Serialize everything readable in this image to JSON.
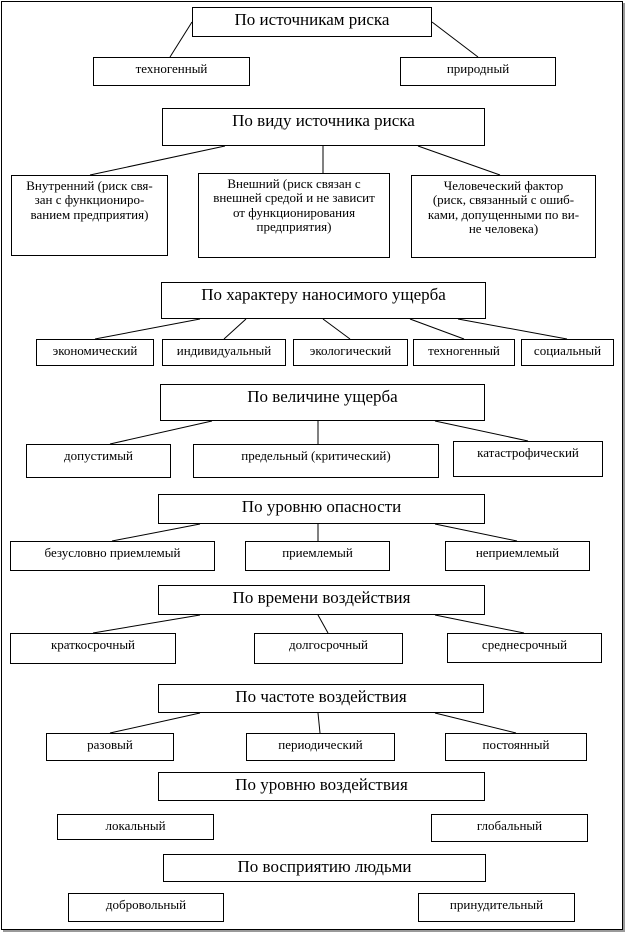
{
  "groups": [
    {
      "title": "По источникам риска",
      "items": [
        "техногенный",
        "природный"
      ]
    },
    {
      "title": "По виду источника риска",
      "items": [
        "Внутренний (риск свя-\nзан с функциониро-\nванием предприятия)",
        "Внешний (риск связан с\nвнешней средой и не зависит\nот функционирования\nпредприятия)",
        "Человеческий фактор\n(риск, связанный с ошиб-\nками, допущенными по ви-\nне человека)"
      ]
    },
    {
      "title": "По характеру наносимого ущерба",
      "items": [
        "экономический",
        "индивидуальный",
        "экологический",
        "техногенный",
        "социальный"
      ]
    },
    {
      "title": "По величине ущерба",
      "items": [
        "допустимый",
        "предельный (критический)",
        "катастрофический"
      ]
    },
    {
      "title": "По уровню опасности",
      "items": [
        "безусловно приемлемый",
        "приемлемый",
        "неприемлемый"
      ]
    },
    {
      "title": "По времени воздействия",
      "items": [
        "краткосрочный",
        "долгосрочный",
        "среднесрочный"
      ]
    },
    {
      "title": "По частоте воздействия",
      "items": [
        "разовый",
        "периодический",
        "постоянный"
      ]
    },
    {
      "title": "По уровню воздействия",
      "items": [
        "локальный",
        "глобальный"
      ]
    },
    {
      "title": "По восприятию людьми",
      "items": [
        "добровольный",
        "принудительный"
      ]
    }
  ]
}
